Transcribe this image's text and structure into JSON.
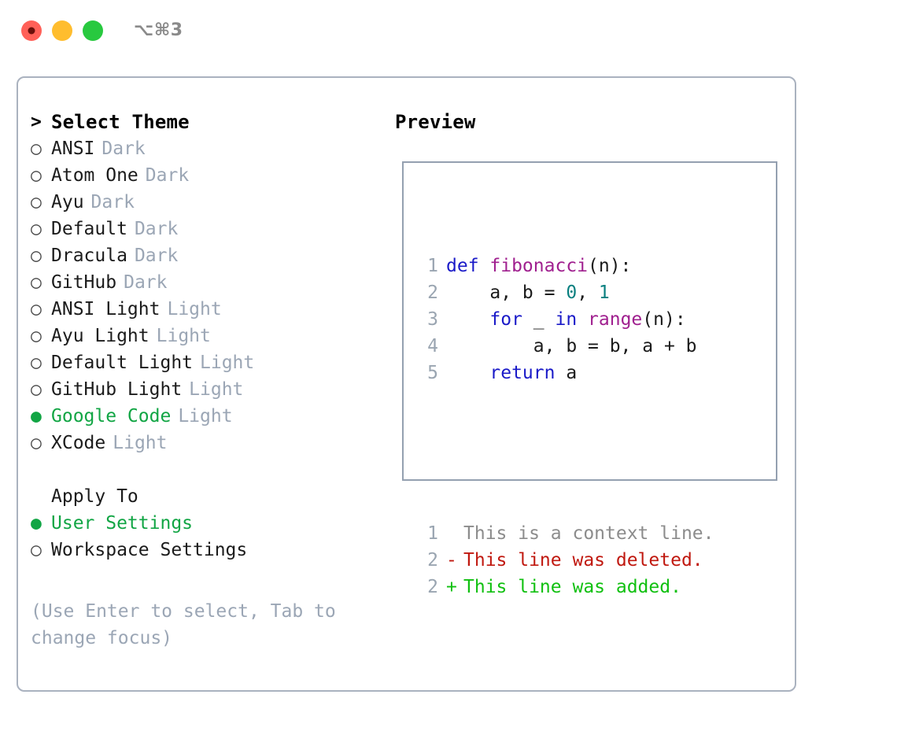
{
  "window": {
    "traffic_lights": [
      "close",
      "minimize",
      "maximize"
    ],
    "shortcut": "⌥⌘3",
    "colors": {
      "close": "#ff6058",
      "minimize": "#ffbd2e",
      "maximize": "#28c93f",
      "accent_green": "#11a544",
      "muted": "#9ba6b5",
      "panel_border": "#aab2bf"
    }
  },
  "theme_list": {
    "header": {
      "caret": ">",
      "title": "Select Theme"
    },
    "items": [
      {
        "marker": "○",
        "label": "ANSI",
        "tag": "Dark",
        "selected": false
      },
      {
        "marker": "○",
        "label": "Atom One",
        "tag": "Dark",
        "selected": false
      },
      {
        "marker": "○",
        "label": "Ayu",
        "tag": "Dark",
        "selected": false
      },
      {
        "marker": "○",
        "label": "Default",
        "tag": "Dark",
        "selected": false
      },
      {
        "marker": "○",
        "label": "Dracula",
        "tag": "Dark",
        "selected": false
      },
      {
        "marker": "○",
        "label": "GitHub",
        "tag": "Dark",
        "selected": false
      },
      {
        "marker": "○",
        "label": "ANSI Light",
        "tag": "Light",
        "selected": false
      },
      {
        "marker": "○",
        "label": "Ayu Light",
        "tag": "Light",
        "selected": false
      },
      {
        "marker": "○",
        "label": "Default Light",
        "tag": "Light",
        "selected": false
      },
      {
        "marker": "○",
        "label": "GitHub Light",
        "tag": "Light",
        "selected": false
      },
      {
        "marker": "●",
        "label": "Google Code",
        "tag": "Light",
        "selected": true
      },
      {
        "marker": "○",
        "label": "XCode",
        "tag": "Light",
        "selected": false
      }
    ]
  },
  "apply_to": {
    "header": "Apply To",
    "options": [
      {
        "marker": "●",
        "label": "User Settings",
        "selected": true
      },
      {
        "marker": "○",
        "label": "Workspace Settings",
        "selected": false
      }
    ]
  },
  "hint": {
    "line1": "(Use Enter to select, Tab to",
    "line2": "change focus)"
  },
  "preview": {
    "title": "Preview",
    "code_lines": [
      {
        "no": "1",
        "tokens": [
          {
            "t": "def ",
            "c": "kw"
          },
          {
            "t": "fibonacci",
            "c": "fn"
          },
          {
            "t": "(n):",
            "c": "plain"
          }
        ]
      },
      {
        "no": "2",
        "tokens": [
          {
            "t": "    a, b = ",
            "c": "plain"
          },
          {
            "t": "0",
            "c": "num"
          },
          {
            "t": ", ",
            "c": "plain"
          },
          {
            "t": "1",
            "c": "num"
          }
        ]
      },
      {
        "no": "3",
        "tokens": [
          {
            "t": "    ",
            "c": "plain"
          },
          {
            "t": "for",
            "c": "kw"
          },
          {
            "t": " _ ",
            "c": "plain"
          },
          {
            "t": "in",
            "c": "kw"
          },
          {
            "t": " ",
            "c": "plain"
          },
          {
            "t": "range",
            "c": "fn"
          },
          {
            "t": "(n):",
            "c": "plain"
          }
        ]
      },
      {
        "no": "4",
        "tokens": [
          {
            "t": "        a, b = b, a + b",
            "c": "plain"
          }
        ]
      },
      {
        "no": "5",
        "tokens": [
          {
            "t": "    ",
            "c": "plain"
          },
          {
            "t": "return",
            "c": "kw"
          },
          {
            "t": " a",
            "c": "plain"
          }
        ]
      }
    ],
    "diff_lines": [
      {
        "no": "1",
        "sign": " ",
        "text": "This is a context line.",
        "kind": "diff-ctx"
      },
      {
        "no": "2",
        "sign": "-",
        "text": "This line was deleted.",
        "kind": "diff-del"
      },
      {
        "no": "2",
        "sign": "+",
        "text": "This line was added.",
        "kind": "diff-add"
      }
    ]
  }
}
